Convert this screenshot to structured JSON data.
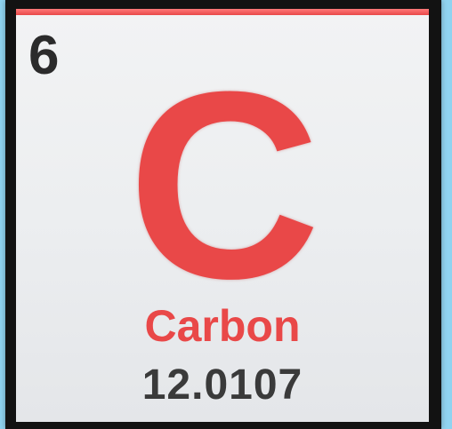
{
  "element": {
    "atomic_number": "6",
    "symbol": "C",
    "name": "Carbon",
    "atomic_mass": "12.0107"
  },
  "colors": {
    "symbol": "#e94848",
    "name": "#e94848",
    "atomic_number": "#2b2b2b",
    "atomic_mass": "#3a3a3a",
    "border": "#121212",
    "background": "#c9ecfa"
  }
}
